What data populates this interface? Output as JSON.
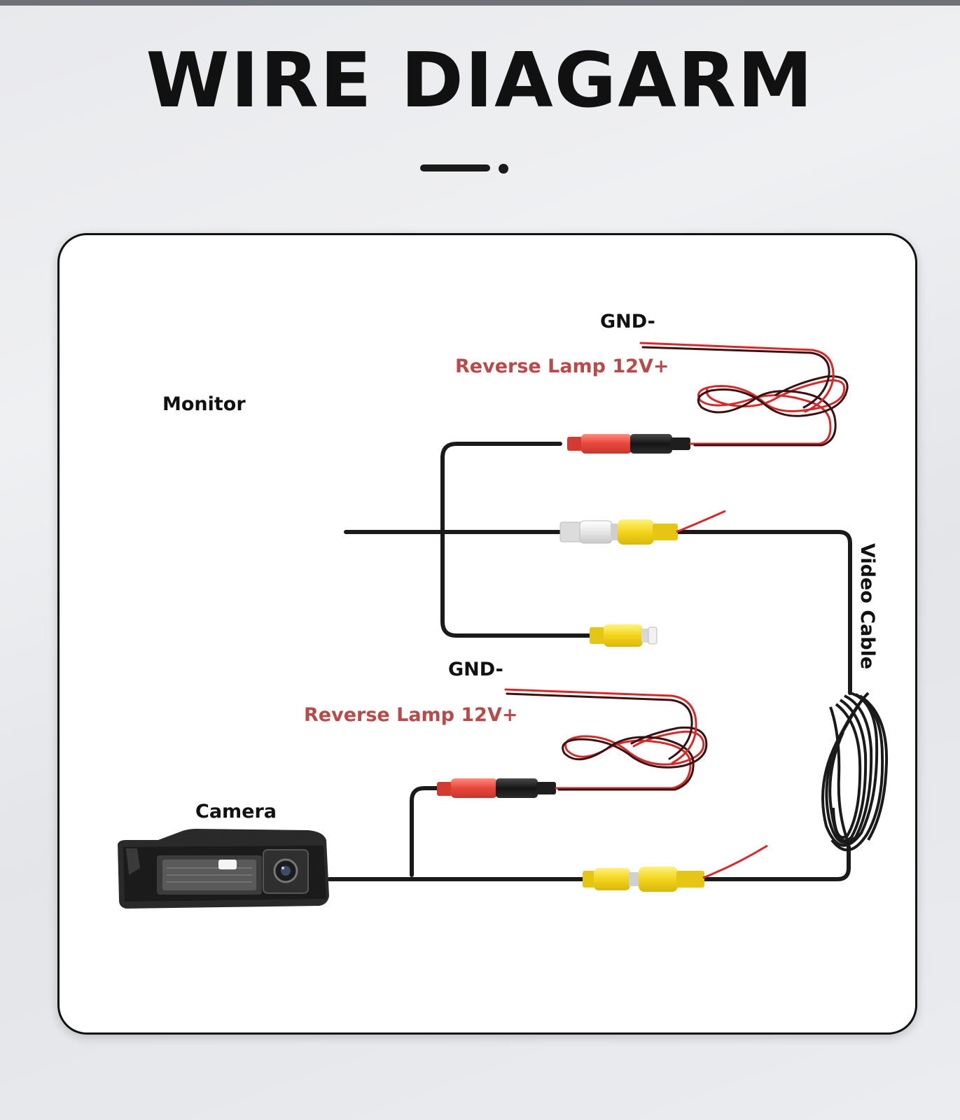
{
  "header": {
    "title": "WIRE DIAGARM"
  },
  "diagram": {
    "monitor_label": "Monitor",
    "camera_label": "Camera",
    "video_cable_label": "Video Cable",
    "top_harness": {
      "gnd_label": "GND-",
      "power_label": "Reverse Lamp 12V+"
    },
    "bottom_harness": {
      "gnd_label": "GND-",
      "power_label": "Reverse Lamp 12V+"
    }
  },
  "colors": {
    "wire": "#1a1a1a",
    "power_text": "#b94a4a",
    "rca_yellow": "#f4d41a",
    "rca_white": "#eeeeee",
    "dc_red": "#e8463c",
    "trigger_wire": "#d62a2a"
  }
}
